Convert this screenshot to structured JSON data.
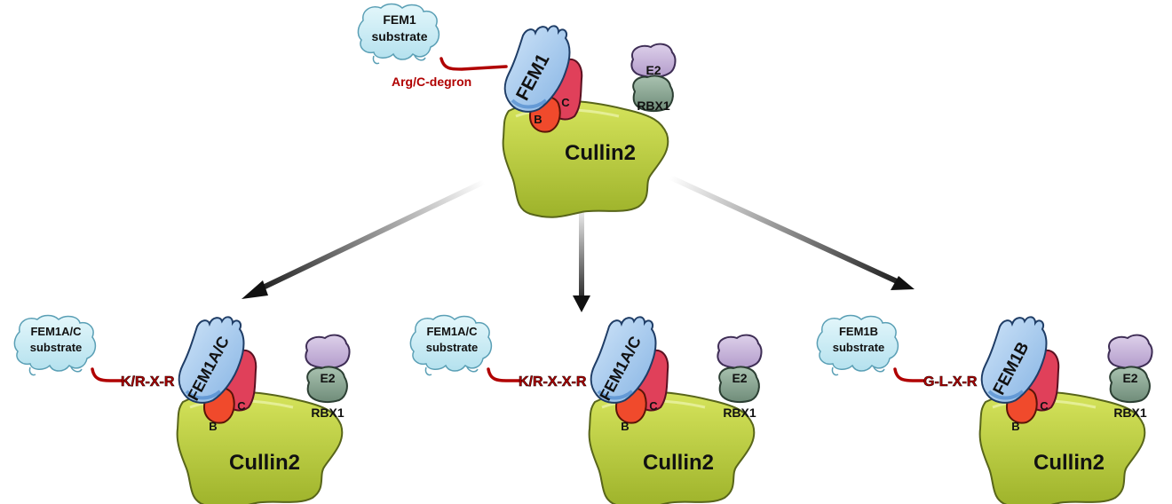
{
  "top": {
    "substrate": [
      "FEM1",
      "substrate"
    ],
    "receptor": "FEM1",
    "degron": "Arg/C-degron",
    "b": "B",
    "c": "C",
    "e2": "E2",
    "rbx": "RBX1",
    "cullin": "Cullin2"
  },
  "complexes": [
    {
      "substrate": [
        "FEM1A/C",
        "substrate"
      ],
      "receptor": "FEM1A/C",
      "motif": "K/R-X-R",
      "b": "B",
      "c": "C",
      "e2": "E2",
      "rbx": "RBX1",
      "cullin": "Cullin2"
    },
    {
      "substrate": [
        "FEM1A/C",
        "substrate"
      ],
      "receptor": "FEM1A/C",
      "motif": "K/R-X-X-R",
      "b": "B",
      "c": "C",
      "e2": "E2",
      "rbx": "RBX1",
      "cullin": "Cullin2"
    },
    {
      "substrate": [
        "FEM1B",
        "substrate"
      ],
      "receptor": "FEM1B",
      "motif": "G-L-X-R",
      "b": "B",
      "c": "C",
      "e2": "E2",
      "rbx": "RBX1",
      "cullin": "Cullin2"
    }
  ],
  "colors": {
    "cullin": "#b9cc3a",
    "receptor": "#a9cdee",
    "substrate": "#c6ecf4",
    "elonginB": "#f04a2c",
    "elonginC": "#e0405a",
    "e2": "#c5b3d9",
    "rbx": "#8aa693",
    "degron": "#b00000"
  }
}
